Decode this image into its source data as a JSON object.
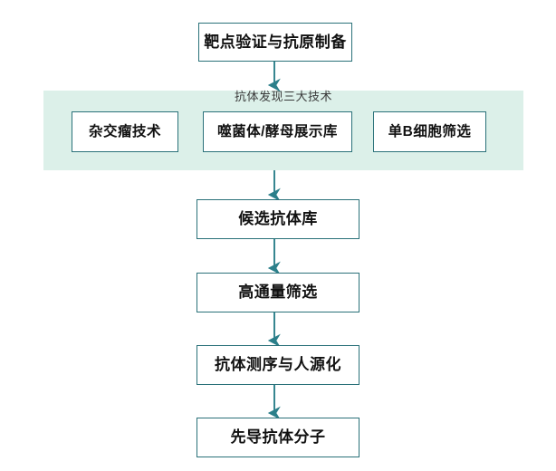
{
  "diagram": {
    "title_node": {
      "label": "靶点验证与抗原制备"
    },
    "band": {
      "label": "抗体发现三大技术",
      "background_color": "#dcf0e9",
      "items": [
        {
          "label": "杂交瘤技术"
        },
        {
          "label": "噬菌体/酵母展示库"
        },
        {
          "label": "单B细胞筛选"
        }
      ]
    },
    "pipeline": [
      {
        "label": "候选抗体库"
      },
      {
        "label": "高通量筛选"
      },
      {
        "label": "抗体测序与人源化"
      },
      {
        "label": "先导抗体分子"
      }
    ],
    "colors": {
      "node_border": "#2a7179",
      "node_fill": "#ffffff",
      "arrow": "#2b7f8a",
      "band_fill": "#dcf0e9",
      "text": "#111111",
      "band_label_text": "#3a3a3a"
    },
    "arrow_icons": [
      {
        "name": "arrow-down-icon",
        "from": "靶点验证与抗原制备",
        "to": "抗体发现三大技术"
      },
      {
        "name": "arrow-down-icon",
        "from": "抗体发现三大技术",
        "to": "候选抗体库"
      },
      {
        "name": "arrow-down-icon",
        "from": "候选抗体库",
        "to": "高通量筛选"
      },
      {
        "name": "arrow-down-icon",
        "from": "高通量筛选",
        "to": "抗体测序与人源化"
      },
      {
        "name": "arrow-down-icon",
        "from": "抗体测序与人源化",
        "to": "先导抗体分子"
      }
    ]
  }
}
